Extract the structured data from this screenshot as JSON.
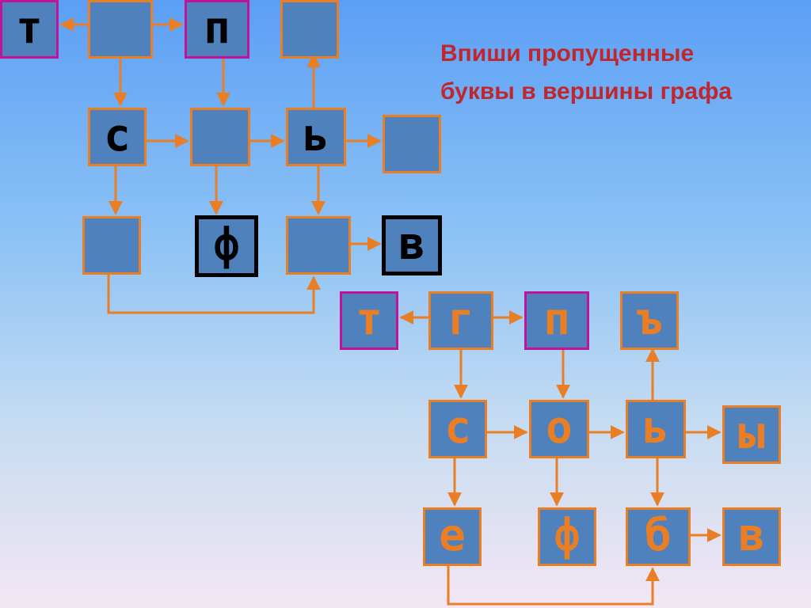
{
  "title": {
    "line1": "Впиши пропущенные",
    "line2": "буквы в вершины графа"
  },
  "colors": {
    "node_fill": "#4f81bd",
    "edge": "#e97e25",
    "border_orange": "#e97e25",
    "border_magenta": "#c0139a",
    "border_black": "#000000",
    "letter_black": "#000000",
    "letter_orange": "#e97e25"
  },
  "graphs": {
    "puzzle": {
      "nodes": [
        {
          "id": "t",
          "letter": "т",
          "border": "magenta"
        },
        {
          "id": "g",
          "letter": "",
          "border": "orange"
        },
        {
          "id": "p",
          "letter": "п",
          "border": "magenta"
        },
        {
          "id": "hard",
          "letter": "",
          "border": "orange"
        },
        {
          "id": "s",
          "letter": "с",
          "border": "orange"
        },
        {
          "id": "o",
          "letter": "",
          "border": "orange"
        },
        {
          "id": "soft",
          "letter": "ь",
          "border": "orange"
        },
        {
          "id": "y",
          "letter": "",
          "border": "orange"
        },
        {
          "id": "e",
          "letter": "",
          "border": "orange"
        },
        {
          "id": "f",
          "letter": "ф",
          "border": "black"
        },
        {
          "id": "b",
          "letter": "",
          "border": "orange"
        },
        {
          "id": "v",
          "letter": "в",
          "border": "black"
        }
      ]
    },
    "answer": {
      "nodes": [
        {
          "id": "t",
          "letter": "т",
          "border": "magenta"
        },
        {
          "id": "g",
          "letter": "г",
          "border": "orange"
        },
        {
          "id": "p",
          "letter": "п",
          "border": "magenta"
        },
        {
          "id": "hard",
          "letter": "ъ",
          "border": "orange"
        },
        {
          "id": "s",
          "letter": "с",
          "border": "orange"
        },
        {
          "id": "o",
          "letter": "о",
          "border": "orange"
        },
        {
          "id": "soft",
          "letter": "ь",
          "border": "orange"
        },
        {
          "id": "y",
          "letter": "ы",
          "border": "orange"
        },
        {
          "id": "e",
          "letter": "е",
          "border": "orange"
        },
        {
          "id": "f",
          "letter": "ф",
          "border": "orange"
        },
        {
          "id": "b",
          "letter": "б",
          "border": "orange"
        },
        {
          "id": "v",
          "letter": "в",
          "border": "orange"
        }
      ]
    }
  }
}
